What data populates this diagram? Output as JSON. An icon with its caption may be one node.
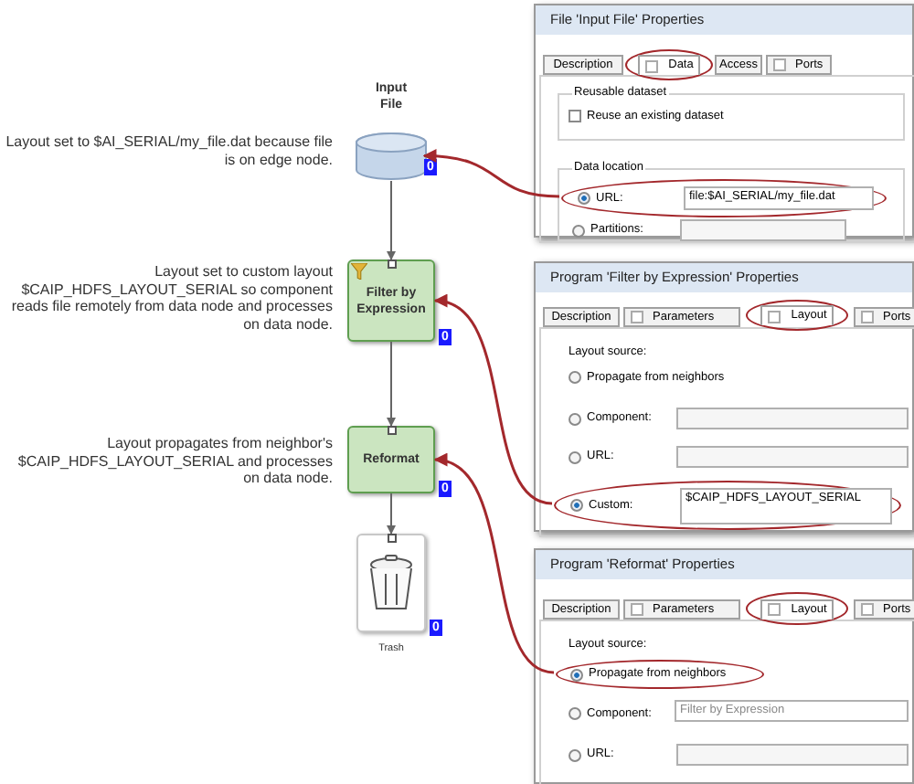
{
  "diagram": {
    "nodes": [
      {
        "text": [
          "Input File"
        ],
        "beside": [
          "0"
        ]
      },
      {
        "text": [
          "Filter by Expression"
        ],
        "beside": [
          "0"
        ]
      },
      {
        "text": [
          "Reformat"
        ],
        "beside": [
          "0"
        ]
      },
      {
        "text": [
          "Trash"
        ],
        "beside": [
          "0"
        ]
      },
      {
        "text": [
          "File 'Input File' Properties"
        ]
      },
      {
        "text": [
          "Data"
        ],
        "in": 4
      },
      {
        "text": [
          "URL:",
          "file:$AI_SERIAL/my_file.dat"
        ],
        "in": 4
      },
      {
        "text": [
          "Program 'Filter by Expression' Properties"
        ]
      },
      {
        "text": [
          "Layout"
        ],
        "in": 7
      },
      {
        "text": [
          "Custom:",
          "$CAIP_HDFS_LAYOUT_SERIAL"
        ],
        "in": 7
      },
      {
        "text": [
          "Program 'Reformat' Properties"
        ]
      },
      {
        "text": [
          "Layout"
        ],
        "in": 10
      },
      {
        "text": [
          "Propagate from neighbors"
        ],
        "in": 10
      }
    ],
    "edges": [
      {
        "from": 0,
        "to": 1,
        "arrow": "to"
      },
      {
        "from": 1,
        "to": 2,
        "arrow": "to"
      },
      {
        "from": 2,
        "to": 3,
        "arrow": "to"
      },
      {
        "from": 6,
        "to": 0,
        "arrow": "to",
        "color": "#a3282c"
      },
      {
        "from": 9,
        "to": 1,
        "arrow": "to",
        "color": "#a3282c"
      },
      {
        "from": 12,
        "to": 2,
        "arrow": "to",
        "color": "#a3282c"
      }
    ],
    "labels": [
      "Layout set to $AI_SERIAL/my_file.dat because file is on edge node.",
      "Layout set to custom layout $CAIP_HDFS_LAYOUT_SERIAL so component reads file remotely from data node and processes on data node.",
      "Layout propagates from neighbor's $CAIP_HDFS_LAYOUT_SERIAL and processes on data node.",
      "Description",
      "Access",
      "Ports",
      "Reusable dataset",
      "Reuse an existing dataset",
      "Data location",
      "Partitions:",
      "Description",
      "Parameters",
      "Ports",
      "Layout source:",
      "Propagate from neighbors",
      "Component:",
      "URL:",
      "Description",
      "Parameters",
      "Ports",
      "Layout source:",
      "Component:",
      "Filter by Expression",
      "URL:"
    ]
  }
}
